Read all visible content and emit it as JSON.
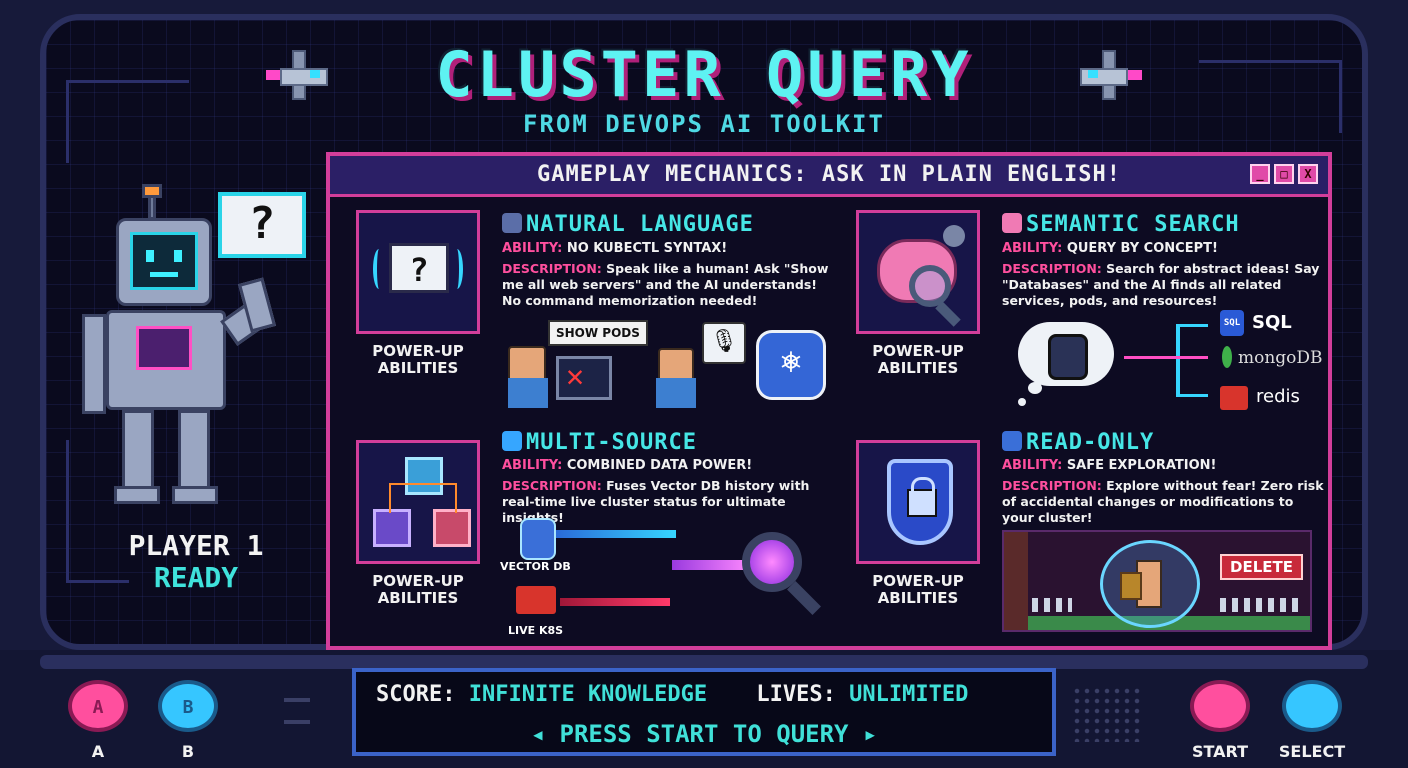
{
  "header": {
    "title": "CLUSTER QUERY",
    "subtitle": "FROM DEVOPS AI TOOLKIT"
  },
  "player": {
    "line1": "PLAYER 1",
    "line2": "READY",
    "speech": "?"
  },
  "panel": {
    "title": "GAMEPLAY MECHANICS: ASK IN PLAIN ENGLISH!",
    "window_buttons": [
      "_",
      "□",
      "X"
    ]
  },
  "abilities": [
    {
      "title": "NATURAL LANGUAGE",
      "icon": "speaking-head-icon",
      "ability_key": "ABILITY:",
      "ability_value": "NO KUBECTL SYNTAX!",
      "desc_key": "DESCRIPTION:",
      "desc_value": "Speak like a human! Ask \"Show me all web servers\" and the AI understands! No command memorization needed!",
      "power_up": "POWER-UP ABILITIES",
      "scene": {
        "bubble": "SHOW PODS"
      }
    },
    {
      "title": "SEMANTIC SEARCH",
      "icon": "brain-icon",
      "ability_key": "ABILITY:",
      "ability_value": "QUERY BY CONCEPT!",
      "desc_key": "DESCRIPTION:",
      "desc_value": "Search for abstract ideas! Say \"Databases\" and the AI finds all related services, pods, and resources!",
      "power_up": "POWER-UP ABILITIES",
      "scene": {
        "targets": [
          "SQL",
          "mongoDB",
          "redis"
        ],
        "sql_badge": "SQL"
      }
    },
    {
      "title": "MULTI-SOURCE",
      "icon": "magnifier-icon",
      "ability_key": "ABILITY:",
      "ability_value": "COMBINED DATA POWER!",
      "desc_key": "DESCRIPTION:",
      "desc_value": "Fuses Vector DB history with real-time live cluster status for ultimate insights!",
      "power_up": "POWER-UP ABILITIES",
      "scene": {
        "source_a": "VECTOR DB",
        "source_b": "LIVE K8S"
      }
    },
    {
      "title": "READ-ONLY",
      "icon": "shield-icon",
      "ability_key": "ABILITY:",
      "ability_value": "SAFE EXPLORATION!",
      "desc_key": "DESCRIPTION:",
      "desc_value": "Explore without fear! Zero risk of accidental changes or modifications to your cluster!",
      "power_up": "POWER-UP ABILITIES",
      "scene": {
        "sign": "DELETE"
      }
    }
  ],
  "controls": {
    "button_a": "A",
    "button_b": "B",
    "start": "START",
    "select": "SELECT",
    "score_label": "SCORE:",
    "score_value": "INFINITE KNOWLEDGE",
    "lives_label": "LIVES:",
    "lives_value": "UNLIMITED",
    "press_start": "◂ PRESS START TO QUERY ▸"
  },
  "colors": {
    "accent_cyan": "#46e6e6",
    "accent_pink": "#d23e9a",
    "panel_header": "#2b1f66"
  }
}
